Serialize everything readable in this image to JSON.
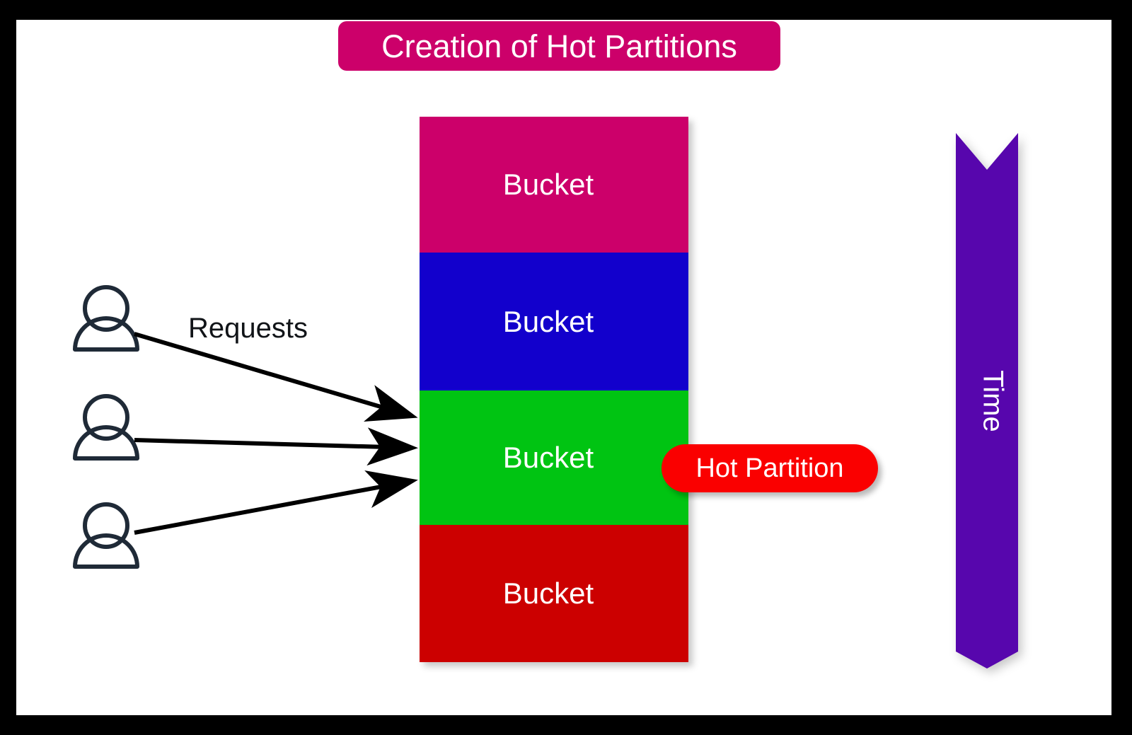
{
  "title": {
    "text": "Creation of Hot Partitions",
    "background": "#CC006A",
    "color": "#FFFFFF"
  },
  "frame": {
    "border_color": "#000000",
    "canvas_color": "#FFFFFF"
  },
  "buckets": [
    {
      "label": "Bucket",
      "color": "#CC006A",
      "state": "normal"
    },
    {
      "label": "Bucket",
      "color": "#1200CC",
      "state": "normal"
    },
    {
      "label": "Bucket",
      "color": "#00C412",
      "state": "hot"
    },
    {
      "label": "Bucket",
      "color": "#CC0000",
      "state": "normal"
    }
  ],
  "annotations": {
    "hot_partition": {
      "label": "Hot Partition",
      "background": "#FA0000",
      "color": "#FFFFFF",
      "points_to": "Bucket 3"
    },
    "requests": {
      "label": "Requests",
      "color": "#111418",
      "arrow_count": 3
    }
  },
  "time_axis": {
    "label": "Time",
    "color": "#5706AD",
    "text_color": "#FFFFFF",
    "direction": "downward"
  },
  "actors": [
    {
      "name": "user-1",
      "icon": "person-icon",
      "color": "#1F2A37"
    },
    {
      "name": "user-2",
      "icon": "person-icon",
      "color": "#1F2A37"
    },
    {
      "name": "user-3",
      "icon": "person-icon",
      "color": "#1F2A37"
    }
  ]
}
